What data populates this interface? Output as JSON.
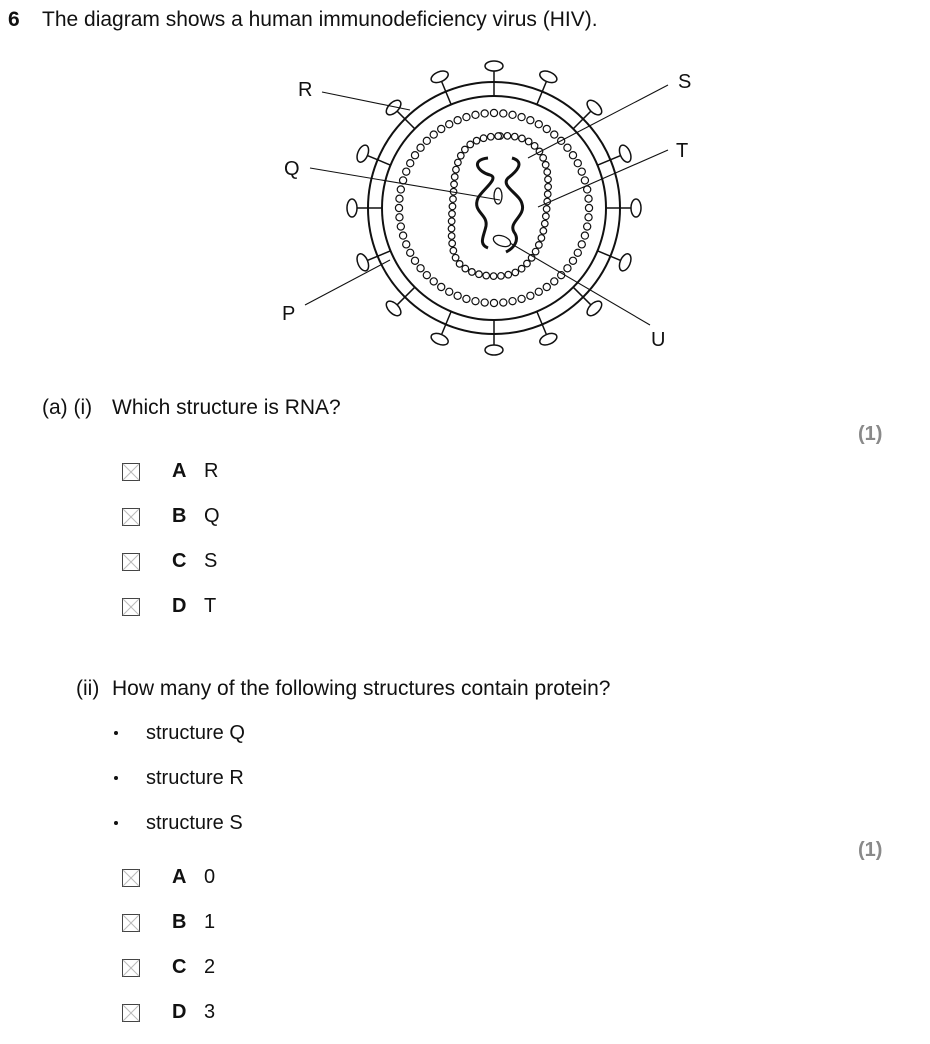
{
  "question": {
    "number": "6",
    "text": "The diagram shows a human immunodeficiency virus (HIV)."
  },
  "diagram": {
    "labels": {
      "R": "R",
      "Q": "Q",
      "P": "P",
      "S": "S",
      "T": "T",
      "U": "U"
    }
  },
  "part_a_i": {
    "label": "(a)  (i)",
    "text": "Which structure is RNA?",
    "marks": "(1)",
    "options": [
      {
        "letter": "A",
        "text": "R"
      },
      {
        "letter": "B",
        "text": "Q"
      },
      {
        "letter": "C",
        "text": "S"
      },
      {
        "letter": "D",
        "text": "T"
      }
    ]
  },
  "part_a_ii": {
    "label": "(ii)",
    "text": "How many of the following structures contain protein?",
    "bullets": [
      "structure Q",
      "structure R",
      "structure S"
    ],
    "marks": "(1)",
    "options": [
      {
        "letter": "A",
        "text": "0"
      },
      {
        "letter": "B",
        "text": "1"
      },
      {
        "letter": "C",
        "text": "2"
      },
      {
        "letter": "D",
        "text": "3"
      }
    ]
  }
}
